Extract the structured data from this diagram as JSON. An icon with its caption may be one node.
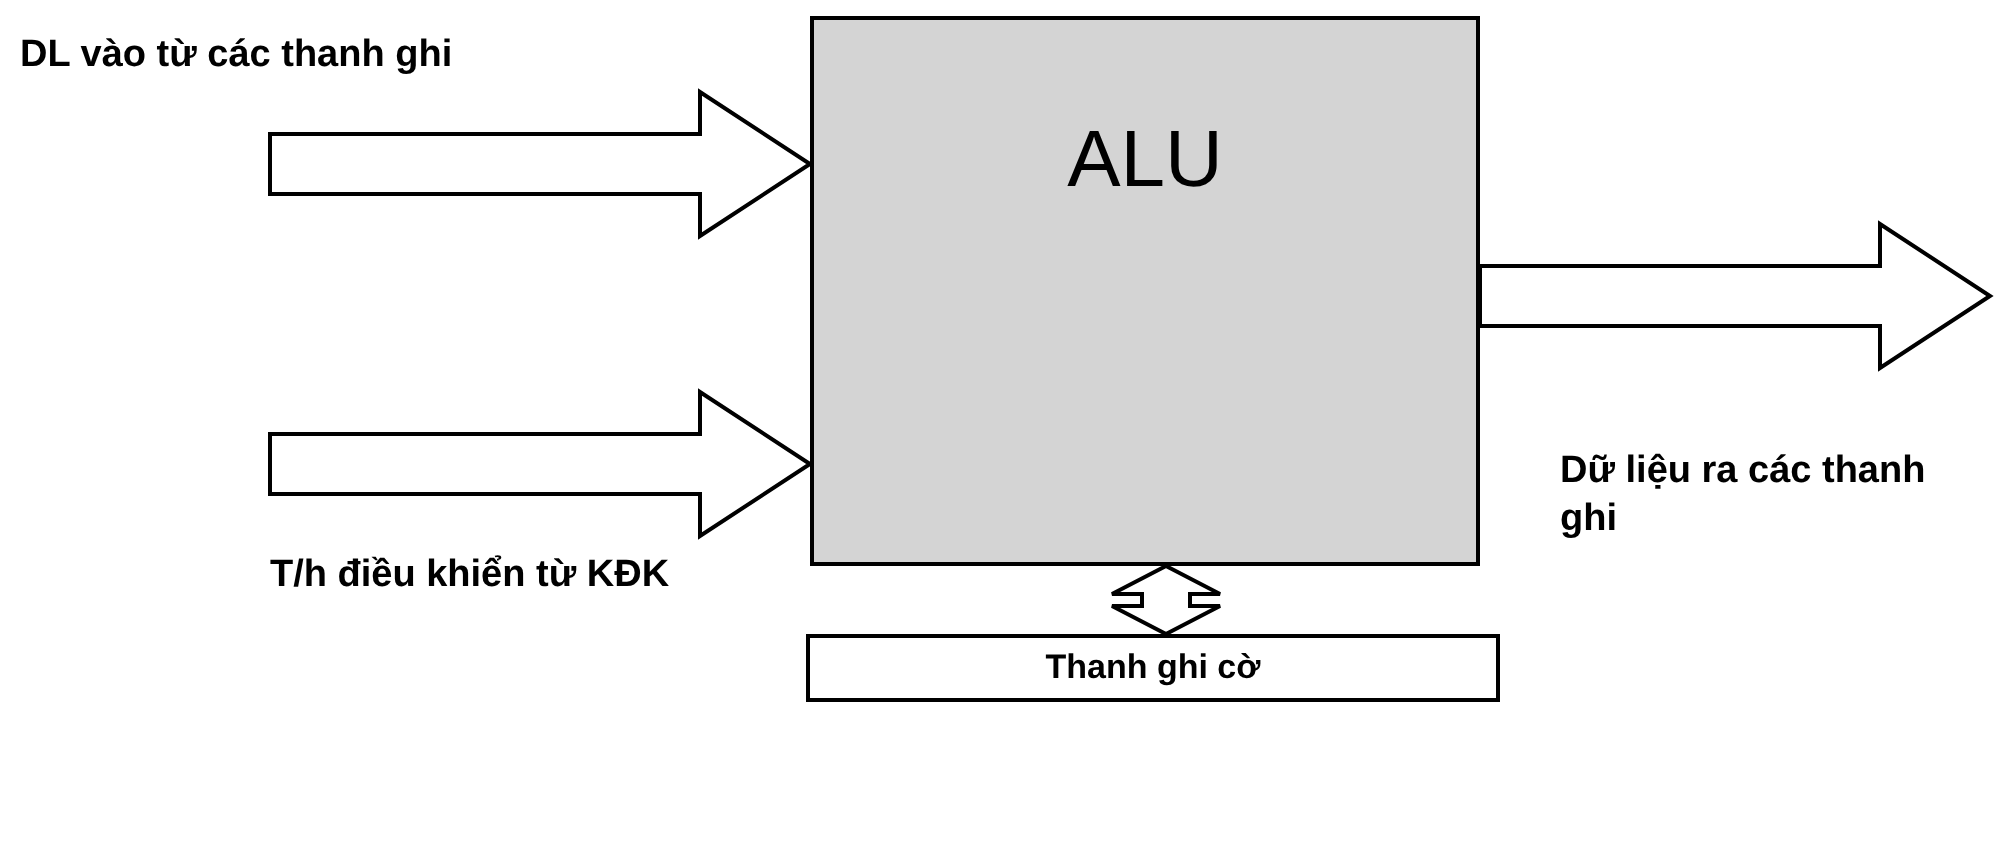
{
  "diagram": {
    "nodes": [
      {
        "text": [
          "ALU"
        ]
      },
      {
        "text": [
          "Thanh ghi cờ"
        ]
      }
    ],
    "edges": [
      {
        "from": null,
        "to": 0,
        "arrow": "to",
        "label": "DL vào từ các thanh ghi"
      },
      {
        "from": null,
        "to": 0,
        "arrow": "to",
        "label": "T/h điều khiển từ KĐK"
      },
      {
        "from": 0,
        "to": null,
        "arrow": "to",
        "label": "Dữ liệu ra các thanh ghi"
      },
      {
        "from": 0,
        "to": 1,
        "arrow": "both"
      }
    ]
  }
}
